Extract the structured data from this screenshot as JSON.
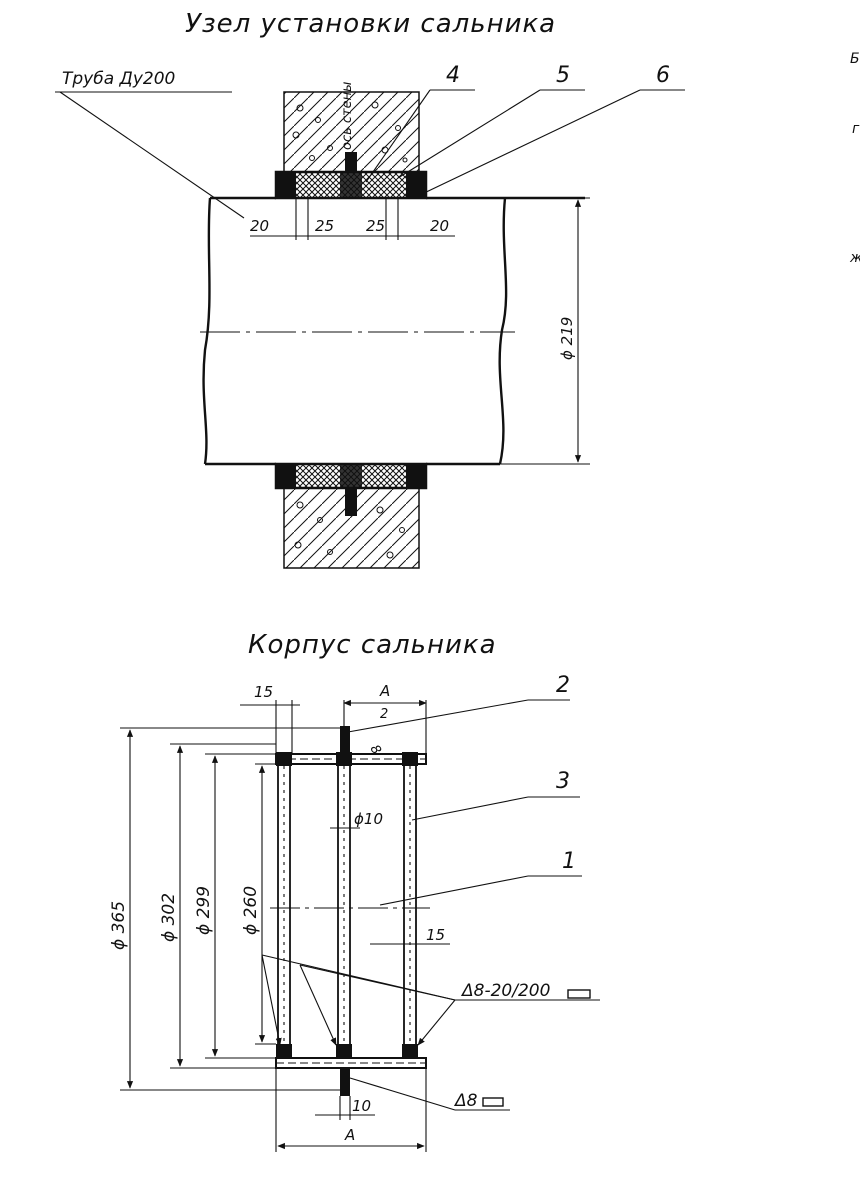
{
  "assembly": {
    "title": "Узел установки сальника",
    "pipe_label": "Труба Ду200",
    "wall_axis_label": "ось стены",
    "callouts": [
      "4",
      "5",
      "6"
    ],
    "dims": [
      "20",
      "25",
      "25",
      "20"
    ],
    "diameter": "ϕ 219"
  },
  "body": {
    "title": "Корпус сальника",
    "callouts": [
      "2",
      "3",
      "1"
    ],
    "dim_15_top": "15",
    "dim_A_top": "A",
    "dim_2": "2",
    "dim_8": "8",
    "dim_phi10": "ϕ10",
    "dim_15_right": "15",
    "dia_365": "ϕ 365",
    "dia_302": "ϕ 302",
    "dia_299": "ϕ 299",
    "dia_260": "ϕ 260",
    "weld_main": "Δ8-20/200",
    "weld_small": "Δ8",
    "dim_10": "10",
    "dim_A_bottom": "A"
  },
  "margin_marks": [
    "Б",
    "г",
    "ж"
  ]
}
